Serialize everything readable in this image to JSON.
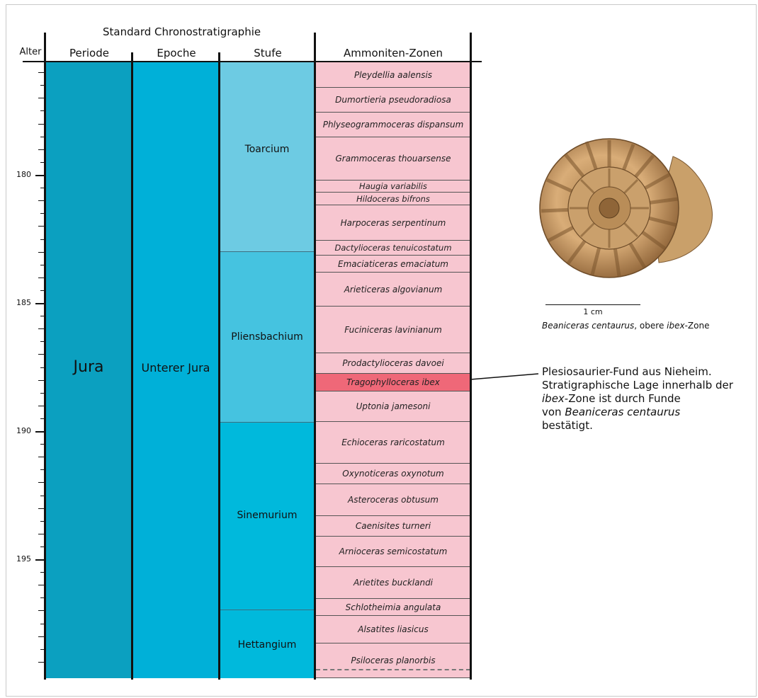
{
  "header": {
    "title": "Standard Chronostratigraphie",
    "columns": {
      "age": "Alter",
      "period": "Periode",
      "epoch": "Epoche",
      "stage": "Stufe",
      "zones": "Ammoniten-Zonen"
    }
  },
  "age_scale": {
    "ticks": [
      {
        "value": 180,
        "label": "180"
      },
      {
        "value": 185,
        "label": "185"
      },
      {
        "value": 190,
        "label": "190"
      },
      {
        "value": 195,
        "label": "195"
      }
    ]
  },
  "period": {
    "name": "Jura",
    "color": "#0ba0c0"
  },
  "epoch": {
    "name": "Unterer Jura",
    "color": "#00b0d8"
  },
  "stages": [
    {
      "name": "Toarcium",
      "color": "#6dcbe3"
    },
    {
      "name": "Pliensbachium",
      "color": "#45c3e0"
    },
    {
      "name": "Sinemurium",
      "color": "#00b9dc"
    },
    {
      "name": "Hettangium",
      "color": "#00b9dc"
    }
  ],
  "zones": [
    {
      "name": "Pleydellia aalensis"
    },
    {
      "name": "Dumortieria pseudoradiosa"
    },
    {
      "name": "Phlyseogrammoceras dispansum"
    },
    {
      "name": "Grammoceras thouarsense"
    },
    {
      "name": "Haugia variabilis"
    },
    {
      "name": "Hildoceras bifrons"
    },
    {
      "name": "Harpoceras serpentinum"
    },
    {
      "name": "Dactylioceras tenuicostatum"
    },
    {
      "name": "Emaciaticeras emaciatum"
    },
    {
      "name": "Arieticeras algovianum"
    },
    {
      "name": "Fuciniceras lavinianum"
    },
    {
      "name": "Prodactylioceras davoei"
    },
    {
      "name": "Tragophylloceras ibex",
      "highlight": true
    },
    {
      "name": "Uptonia jamesoni"
    },
    {
      "name": "Echioceras raricostatum"
    },
    {
      "name": "Oxynoticeras oxynotum"
    },
    {
      "name": "Asteroceras obtusum"
    },
    {
      "name": "Caenisites turneri"
    },
    {
      "name": "Arnioceras semicostatum"
    },
    {
      "name": "Arietites bucklandi"
    },
    {
      "name": "Schlotheimia angulata"
    },
    {
      "name": "Alsatites liasicus"
    },
    {
      "name": "Psiloceras planorbis"
    }
  ],
  "colors": {
    "zone": "#f7c6d0",
    "highlight": "#ef6878"
  },
  "fossil": {
    "icon": "ammonite-fossil-photo",
    "scale_label": "1 cm",
    "caption_species": "Beaniceras centaurus",
    "caption_rest": ", obere ",
    "caption_zone": "ibex",
    "caption_end": "-Zone"
  },
  "annotation": {
    "line1": "Plesiosaurier-Fund aus Nieheim.",
    "line2": "Stratigraphische Lage innerhalb der",
    "line3_italic": "ibex",
    "line3_rest": "-Zone ist durch Funde",
    "line4_pre": "von ",
    "line4_italic": "Beaniceras centaurus",
    "line5": "bestätigt."
  }
}
